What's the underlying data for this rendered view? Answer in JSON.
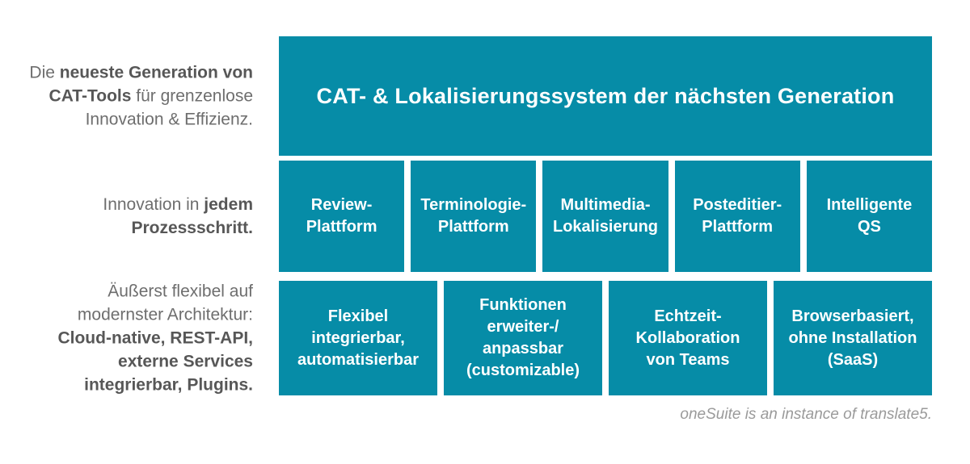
{
  "colors": {
    "teal": "#068CA7",
    "text_gray": "#6E6E6E",
    "text_gray_bold": "#575757",
    "footer_gray": "#9A9A9A",
    "box_text": "#FFFFFF"
  },
  "header": {
    "title": "CAT- & Lokalisierungssystem der nächsten Generation"
  },
  "side_notes": [
    {
      "id": "generation",
      "segments": [
        {
          "text": "Die ",
          "bold": false
        },
        {
          "text": "neueste Generation von\nCAT-Tools",
          "bold": true
        },
        {
          "text": " für grenzenlose\nInnovation & Effizienz.",
          "bold": false
        }
      ]
    },
    {
      "id": "innovation",
      "segments": [
        {
          "text": "Innovation in ",
          "bold": false
        },
        {
          "text": "jedem\nProzessschritt.",
          "bold": true
        }
      ]
    },
    {
      "id": "architecture",
      "segments": [
        {
          "text": "Äußerst flexibel auf\nmodernster Architektur:\n",
          "bold": false
        },
        {
          "text": "Cloud-native, REST-API,\nexterne Services\nintegrierbar, Plugins.",
          "bold": true
        }
      ]
    }
  ],
  "platform_row": [
    {
      "label": "Review-\nPlattform"
    },
    {
      "label": "Terminologie-\nPlattform"
    },
    {
      "label": "Multimedia-\nLokalisierung"
    },
    {
      "label": "Posteditier-\nPlattform"
    },
    {
      "label": "Intelligente\nQS"
    }
  ],
  "feature_row": [
    {
      "label": "Flexibel\nintegrierbar,\nautomatisierbar"
    },
    {
      "label": "Funktionen\nerweiter-/\nanpassbar\n(customizable)"
    },
    {
      "label": "Echtzeit-\nKollaboration\nvon Teams"
    },
    {
      "label": "Browserbasiert,\nohne Installation\n(SaaS)"
    }
  ],
  "footer": {
    "note": "oneSuite is an instance of translate5."
  }
}
